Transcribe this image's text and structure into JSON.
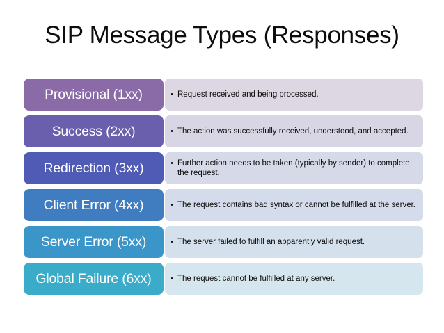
{
  "slide": {
    "title": "SIP Message Types (Responses)",
    "background_color": "#ffffff"
  },
  "diagram": {
    "type": "vertical-list",
    "bullet_glyph": "•",
    "rows": [
      {
        "label": "Provisional (1xx)",
        "description": "Request received and being processed.",
        "label_color": "#8a6ba8",
        "desc_color": "#dcd7e2",
        "text_color": "#ffffff"
      },
      {
        "label": "Success (2xx)",
        "description": "The action was successfully received, understood, and accepted.",
        "label_color": "#6a5fac",
        "desc_color": "#d8d6e4",
        "text_color": "#ffffff"
      },
      {
        "label": "Redirection (3xx)",
        "description": "Further action needs to be taken (typically by sender) to complete the request.",
        "label_color": "#4f5bb5",
        "desc_color": "#d5d9e8",
        "text_color": "#ffffff"
      },
      {
        "label": "Client Error (4xx)",
        "description": "The request contains bad syntax or cannot be fulfilled at the server.",
        "label_color": "#3f7cc0",
        "desc_color": "#d4dceb",
        "text_color": "#ffffff"
      },
      {
        "label": "Server Error (5xx)",
        "description": "The server failed to fulfill an apparently valid request.",
        "label_color": "#3a95c8",
        "desc_color": "#d4e0ec",
        "text_color": "#ffffff"
      },
      {
        "label": "Global Failure (6xx)",
        "description": "The request cannot be fulfilled at any server.",
        "label_color": "#3aabc8",
        "desc_color": "#d6e6ee",
        "text_color": "#ffffff"
      }
    ]
  }
}
